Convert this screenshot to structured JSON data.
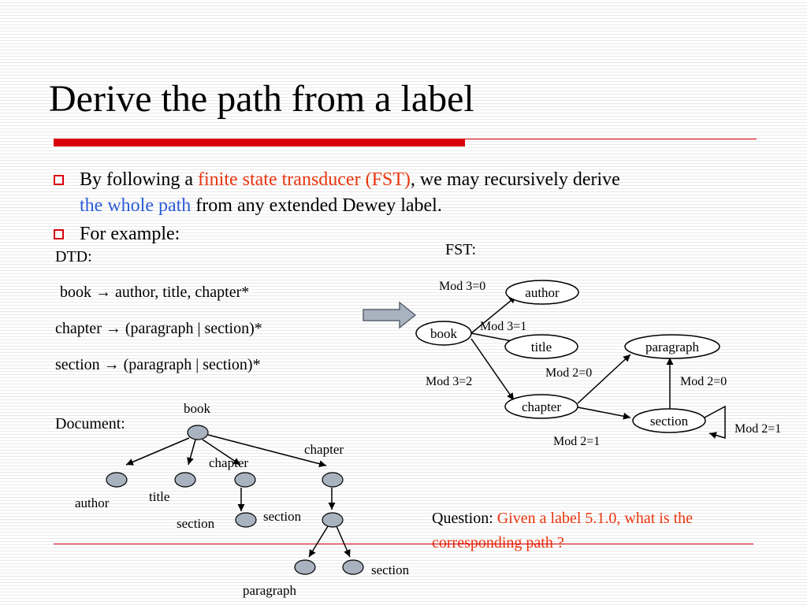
{
  "slide": {
    "title": "Derive the path from a label"
  },
  "bullets": [
    {
      "pre": "By following a ",
      "fst": "finite state transducer (FST)",
      "mid": ", we may recursively derive",
      "whole_path": "the whole path",
      "post": " from any extended Dewey label."
    },
    {
      "text": "For example:"
    }
  ],
  "dtd": {
    "heading": "DTD:",
    "rules": [
      "book → author, title, chapter*",
      "chapter → (paragraph | section)*",
      "section → (paragraph | section)*"
    ]
  },
  "fst": {
    "heading": "FST:",
    "states": [
      "author",
      "book",
      "title",
      "paragraph",
      "chapter",
      "section"
    ],
    "edge_labels": [
      "Mod 3=0",
      "Mod 3=1",
      "Mod 3=2",
      "Mod 2=0",
      "Mod 2=0",
      "Mod 2=1",
      "Mod 2=1"
    ]
  },
  "document": {
    "heading": "Document:",
    "node_labels": [
      "book",
      "chapter",
      "chapter",
      "author",
      "title",
      "section",
      "section",
      "section",
      "paragraph"
    ]
  },
  "question": {
    "label": "Question: ",
    "line1": "Given a label 5.1.0, what is the",
    "line2": "corresponding path ?"
  },
  "colors": {
    "accent_red": "#d9000d",
    "highlight_red": "#e8340e",
    "highlight_blue": "#2a5bd7",
    "node_fill": "#a9b2bf",
    "arrow_fill": "#a9b2bf"
  }
}
